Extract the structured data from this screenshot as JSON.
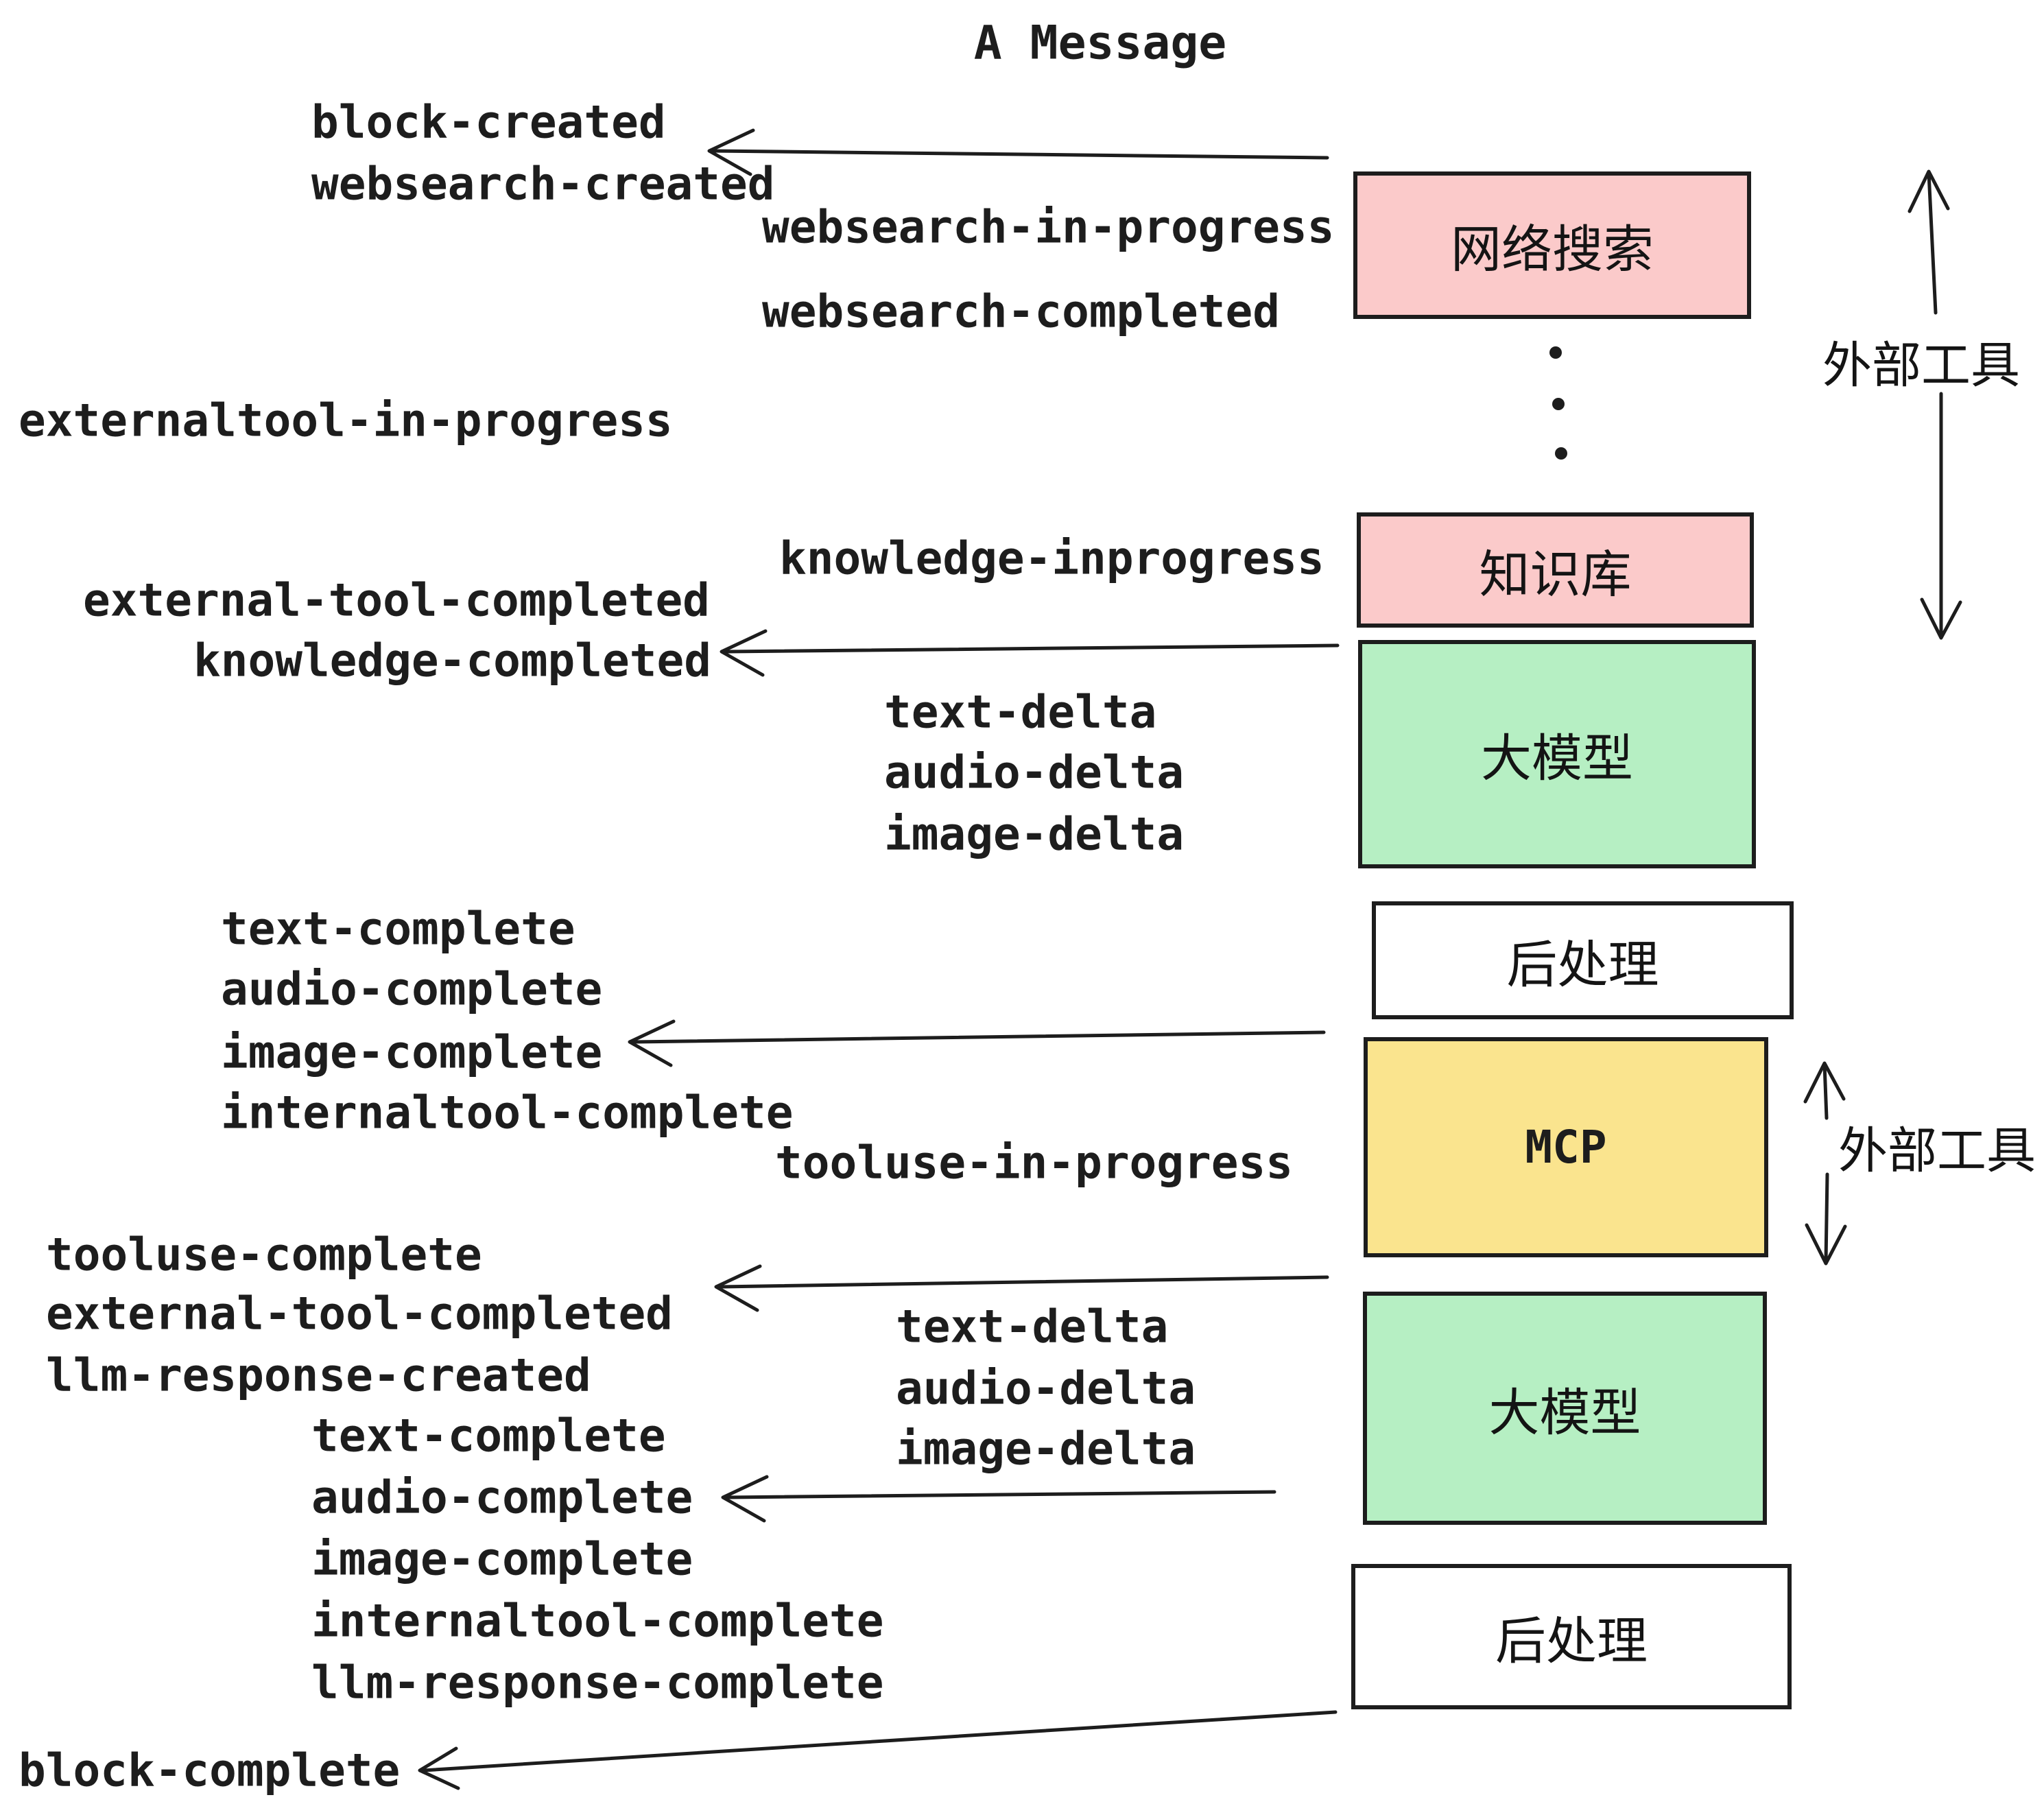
{
  "title": "A Message",
  "colors": {
    "pink": "#FBCACA",
    "green": "#B6EFC3",
    "yellow": "#FAE48E",
    "white": "#FFFFFF",
    "ink": "#1D1D1D"
  },
  "boxes": {
    "websearch": "网络搜索",
    "knowledge": "知识库",
    "llm_top": "大模型",
    "post_top": "后处理",
    "mcp": "MCP",
    "llm_bottom": "大模型",
    "post_bottom": "后处理"
  },
  "side_labels": {
    "external_tools_top": "外部工具",
    "external_tools_bottom": "外部工具"
  },
  "events": {
    "block_created": "block-created",
    "websearch_created": "websearch-created",
    "websearch_in_progress": "websearch-in-progress",
    "websearch_completed": "websearch-completed",
    "externaltool_in_progress": "externaltool-in-progress",
    "knowledge_inprogress": "knowledge-inprogress",
    "external_tool_completed_1": "external-tool-completed",
    "knowledge_completed": "knowledge-completed",
    "text_delta_1": "text-delta",
    "audio_delta_1": "audio-delta",
    "image_delta_1": "image-delta",
    "text_complete_1": "text-complete",
    "audio_complete_1": "audio-complete",
    "image_complete_1": "image-complete",
    "internaltool_complete_1": "internaltool-complete",
    "tooluse_in_progress": "tooluse-in-progress",
    "tooluse_complete": "tooluse-complete",
    "external_tool_completed_2": "external-tool-completed",
    "llm_response_created": "llm-response-created",
    "text_delta_2": "text-delta",
    "audio_delta_2": "audio-delta",
    "image_delta_2": "image-delta",
    "text_complete_2": "text-complete",
    "audio_complete_2": "audio-complete",
    "image_complete_2": "image-complete",
    "internaltool_complete_2": "internaltool-complete",
    "llm_response_complete": "llm-response-complete",
    "block_complete": "block-complete"
  }
}
